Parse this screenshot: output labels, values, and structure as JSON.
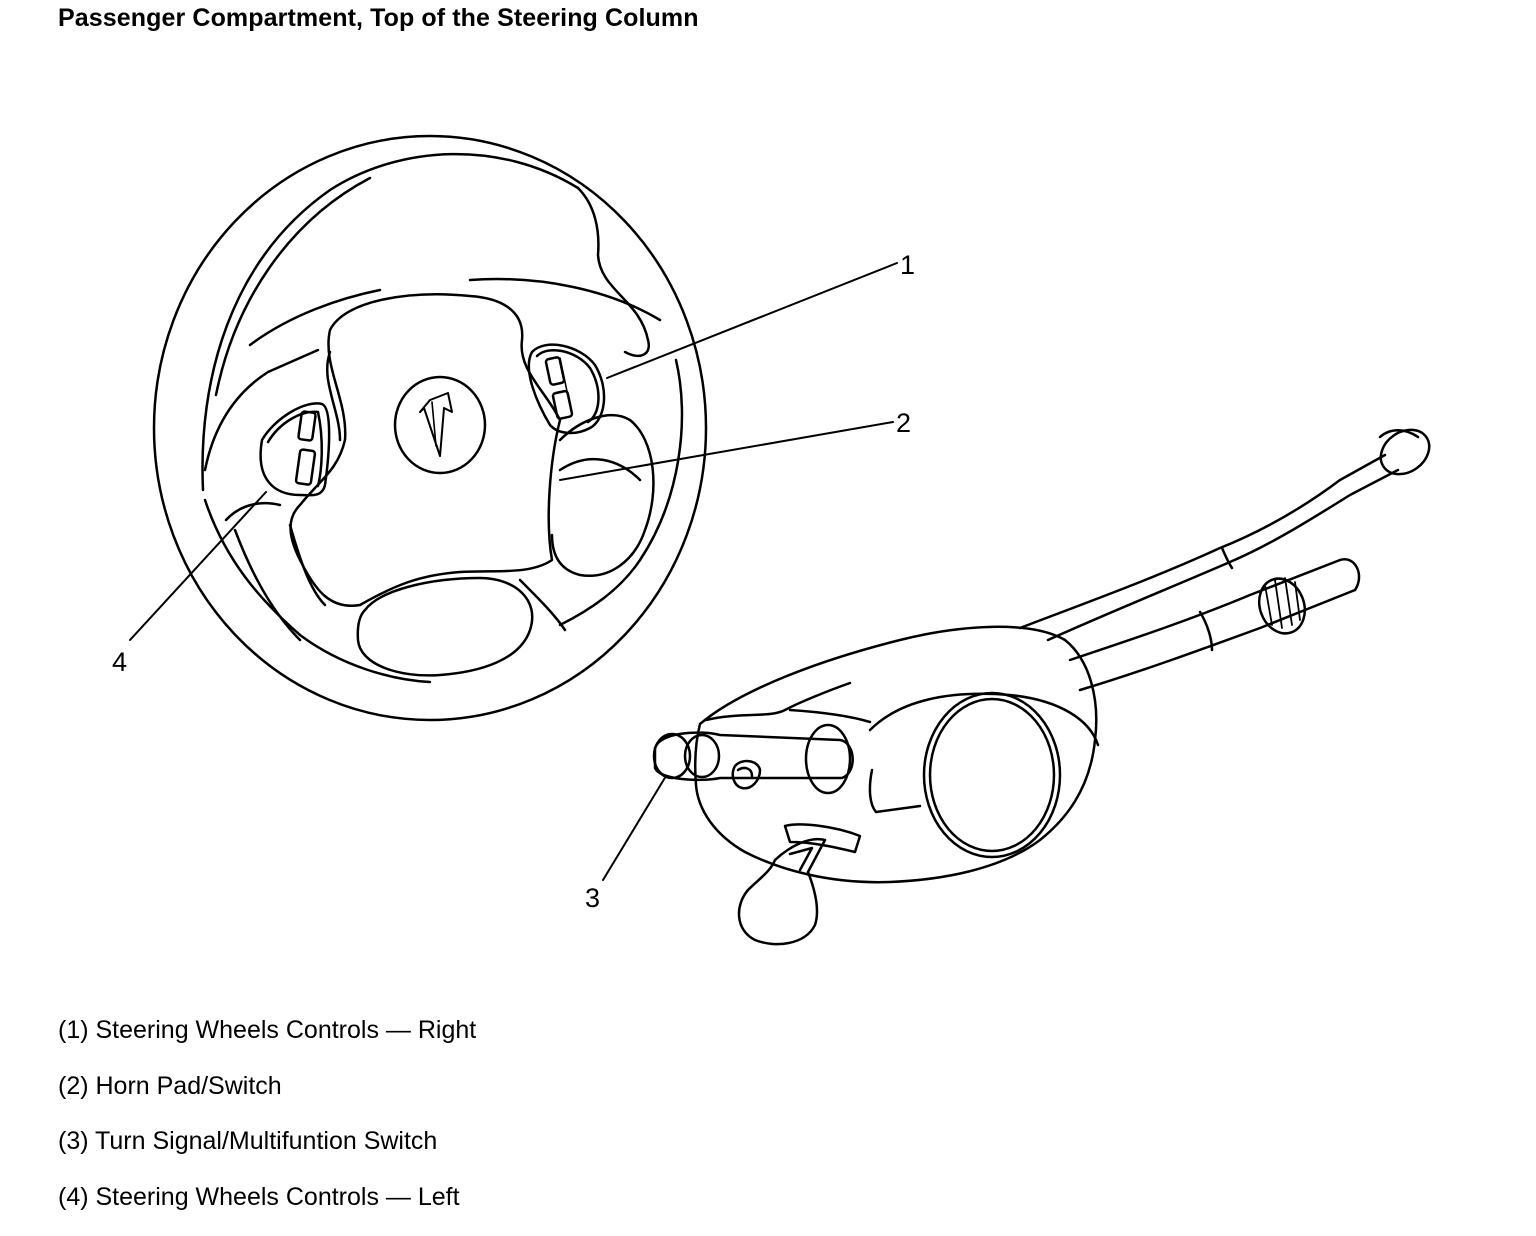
{
  "title": "Passenger Compartment, Top of the Steering Column",
  "callouts": [
    {
      "number": "1"
    },
    {
      "number": "2"
    },
    {
      "number": "3"
    },
    {
      "number": "4"
    }
  ],
  "legend": [
    "(1) Steering Wheels Controls — Right",
    "(2) Horn Pad/Switch",
    "(3) Turn Signal/Multifuntion Switch",
    "(4) Steering Wheels Controls — Left"
  ],
  "colors": {
    "ink": "#000000",
    "paper": "#ffffff"
  }
}
